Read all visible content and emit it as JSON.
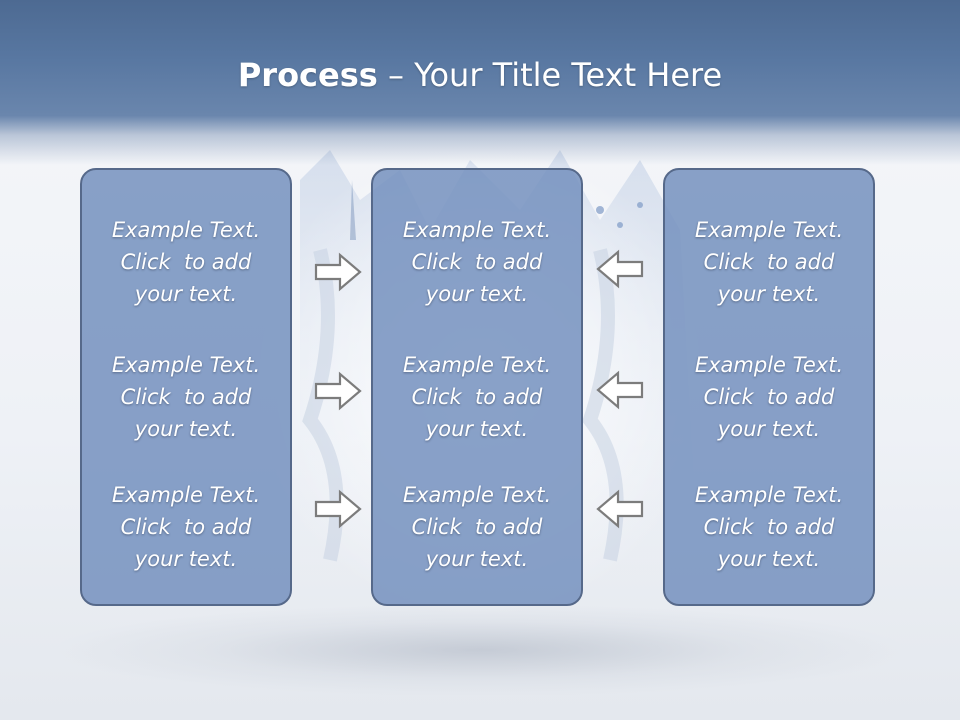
{
  "slide": {
    "title_strong": "Process",
    "title_rest": " – Your Title Text Here"
  },
  "columns": [
    {
      "items": [
        {
          "lines": [
            "Example Text.",
            "Click  to add",
            "your text."
          ]
        },
        {
          "lines": [
            "Example Text.",
            "Click  to add",
            "your text."
          ]
        },
        {
          "lines": [
            "Example Text.",
            "Click  to add",
            "your text."
          ]
        }
      ]
    },
    {
      "items": [
        {
          "lines": [
            "Example Text.",
            "Click  to add",
            "your text."
          ]
        },
        {
          "lines": [
            "Example Text.",
            "Click  to add",
            "your text."
          ]
        },
        {
          "lines": [
            "Example Text.",
            "Click  to add",
            "your text."
          ]
        }
      ]
    },
    {
      "items": [
        {
          "lines": [
            "Example Text.",
            "Click  to add",
            "your text."
          ]
        },
        {
          "lines": [
            "Example Text.",
            "Click  to add",
            "your text."
          ]
        },
        {
          "lines": [
            "Example Text.",
            "Click  to add",
            "your text."
          ]
        }
      ]
    }
  ],
  "arrows": {
    "left_group": [
      "arrow-right-icon",
      "arrow-right-icon",
      "arrow-right-icon"
    ],
    "right_group": [
      "arrow-left-icon",
      "arrow-left-icon",
      "arrow-left-icon"
    ]
  },
  "colors": {
    "header": "#5877a1",
    "box_fill": "#7491be",
    "box_border": "#56698a",
    "text": "#ffffff",
    "arrow_outline": "#7c7c7c"
  }
}
